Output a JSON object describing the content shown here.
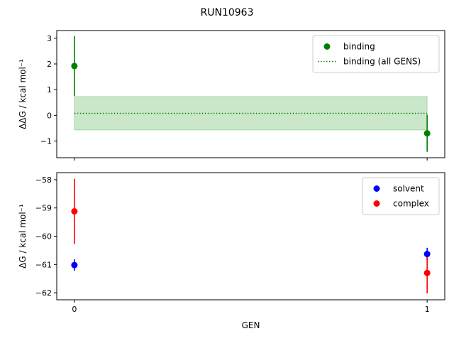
{
  "figure": {
    "title": "RUN10963"
  },
  "chart_data": [
    {
      "type": "scatter",
      "panel": "top",
      "xlabel": "",
      "ylabel": "ΔΔG / kcal mol⁻¹",
      "xlim": [
        -0.05,
        1.05
      ],
      "ylim": [
        -1.65,
        3.3
      ],
      "x_ticks": [
        0,
        1
      ],
      "x_tick_labels_shown": false,
      "y_ticks": [
        3,
        2,
        1,
        0,
        -1
      ],
      "y_tick_labels": [
        "3",
        "2",
        "1",
        "0",
        "−1"
      ],
      "grid": false,
      "legend_position": "top-right",
      "series": [
        {
          "name": "binding",
          "kind": "points-with-errorbars",
          "color": "#008000",
          "x": [
            0,
            1
          ],
          "y": [
            1.92,
            -0.7
          ],
          "yerr": [
            1.17,
            0.72
          ]
        },
        {
          "name": "binding (all GENS)",
          "kind": "dotted-line-with-band",
          "color": "#008000",
          "band_color": "#2ca02c",
          "x": [
            0,
            1
          ],
          "y": 0.08,
          "band": [
            -0.57,
            0.73
          ]
        }
      ]
    },
    {
      "type": "scatter",
      "panel": "bottom",
      "xlabel": "GEN",
      "ylabel": "ΔG / kcal mol⁻¹",
      "xlim": [
        -0.05,
        1.05
      ],
      "ylim": [
        -62.25,
        -57.75
      ],
      "x_ticks": [
        0,
        1
      ],
      "x_tick_labels": [
        "0",
        "1"
      ],
      "y_ticks": [
        -58,
        -59,
        -60,
        -61,
        -62
      ],
      "y_tick_labels": [
        "−58",
        "−59",
        "−60",
        "−61",
        "−62"
      ],
      "grid": false,
      "legend_position": "top-right",
      "series": [
        {
          "name": "solvent",
          "kind": "points-with-errorbars",
          "color": "#0000ff",
          "x": [
            0,
            1
          ],
          "y": [
            -61.02,
            -60.63
          ],
          "yerr": [
            0.2,
            0.22
          ]
        },
        {
          "name": "complex",
          "kind": "points-with-errorbars",
          "color": "#ff0000",
          "x": [
            0,
            1
          ],
          "y": [
            -59.12,
            -61.3
          ],
          "yerr": [
            1.15,
            0.72
          ]
        }
      ]
    }
  ]
}
